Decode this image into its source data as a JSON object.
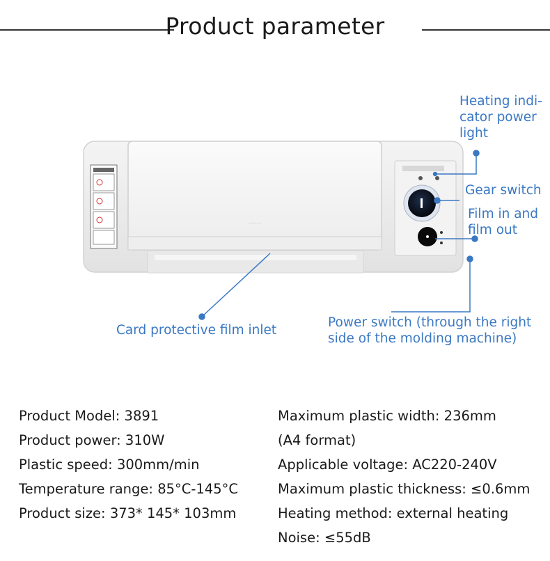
{
  "header": {
    "title": "Product parameter"
  },
  "callouts": {
    "heating_indicator": [
      "Heating indi-",
      "cator power",
      "light"
    ],
    "gear_switch": "Gear switch",
    "film_in_out": [
      "Film in and",
      "film out"
    ],
    "card_film_inlet": "Card protective film inlet",
    "power_switch": [
      "Power switch (through the right",
      "side of the molding machine)"
    ]
  },
  "specs": {
    "left": [
      "Product Model: 3891",
      "Product power: 310W",
      "Plastic speed: 300mm/min",
      "Temperature range: 85°C-145°C",
      "Product size: 373* 145* 103mm"
    ],
    "right": [
      "Maximum plastic width: 236mm",
      "(A4 format)",
      "Applicable voltage: AC220-240V",
      "Maximum plastic thickness: ≤0.6mm",
      "Heating method: external heating",
      "Noise: ≤55dB"
    ]
  },
  "colors": {
    "callout": "#3a78c3",
    "accent_line": "#333333"
  }
}
